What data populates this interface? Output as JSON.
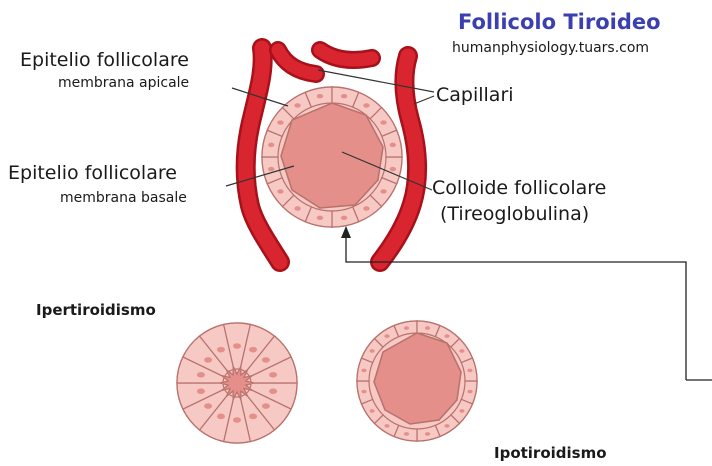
{
  "title": "Follicolo Tiroideo",
  "site": "humanphysiology.tuars.com",
  "labels": {
    "apical_1": "Epitelio follicolare",
    "apical_2": "membrana apicale",
    "basal_1": "Epitelio follicolare",
    "basal_2": "membrana basale",
    "capillaries": "Capillari",
    "colloid_1": "Colloide follicolare",
    "colloid_2": "(Tireoglobulina)"
  },
  "states": {
    "hyper": "Ipertiroidismo",
    "hypo": "Ipotiroidismo"
  },
  "colors": {
    "vessel": "#d8252f",
    "vessel_dark": "#a8111a",
    "cell": "#f6c9c4",
    "cell_edge": "#b9716c",
    "colloid": "#e48f89",
    "title": "#3b3fb0"
  }
}
